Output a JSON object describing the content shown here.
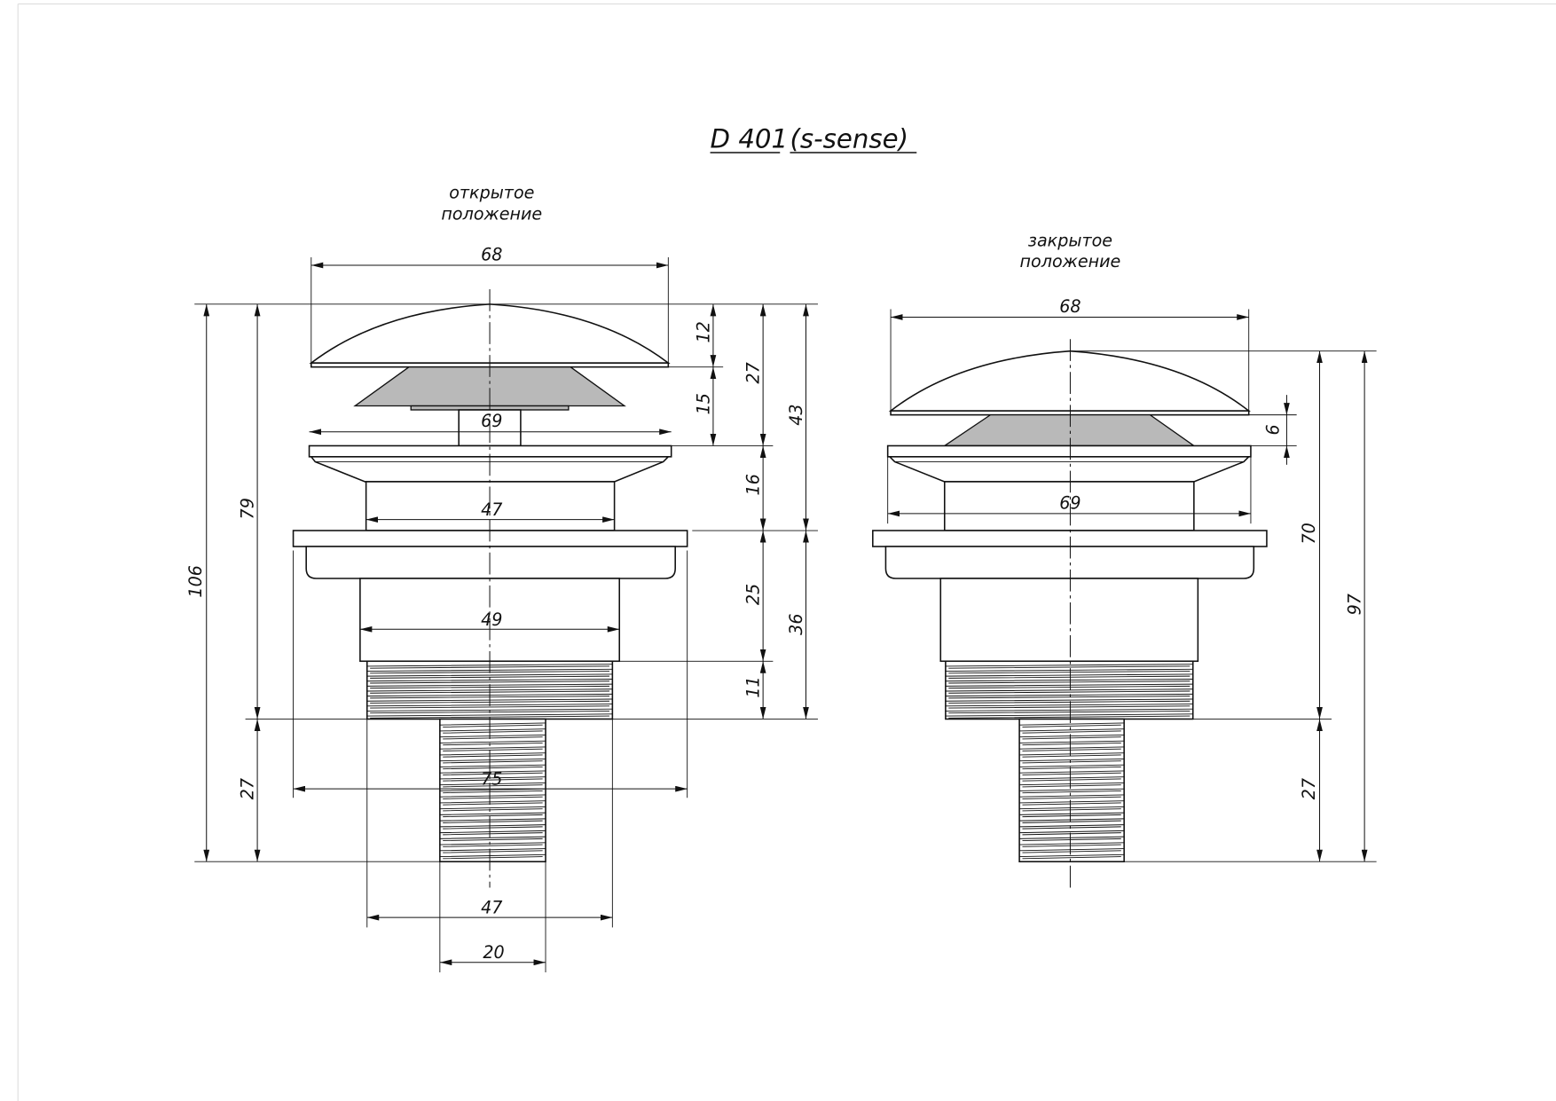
{
  "title": {
    "model": "D 401",
    "series": "(s-sense)"
  },
  "open_view": {
    "label_line1": "открытое",
    "label_line2": "положение",
    "dims": {
      "cap_width": "68",
      "ring_width": "69",
      "upper_body_width": "47",
      "lower_body_width": "49",
      "flange_width": "75",
      "thread_width": "47",
      "stem_thread_width": "20",
      "total_height": "106",
      "height_to_thread_end": "79",
      "stem_length": "27",
      "cap_height": "12",
      "cap_lift": "15",
      "top_to_ring": "27",
      "ring_to_flange": "16",
      "top_to_flange": "43",
      "body_height": "25",
      "thread_height": "11",
      "below_flange": "36"
    }
  },
  "closed_view": {
    "label_line1": "закрытое",
    "label_line2": "положение",
    "dims": {
      "cap_width": "68",
      "ring_width": "69",
      "gap": "6",
      "body_height": "70",
      "stem_length": "27",
      "total_height": "97"
    }
  }
}
